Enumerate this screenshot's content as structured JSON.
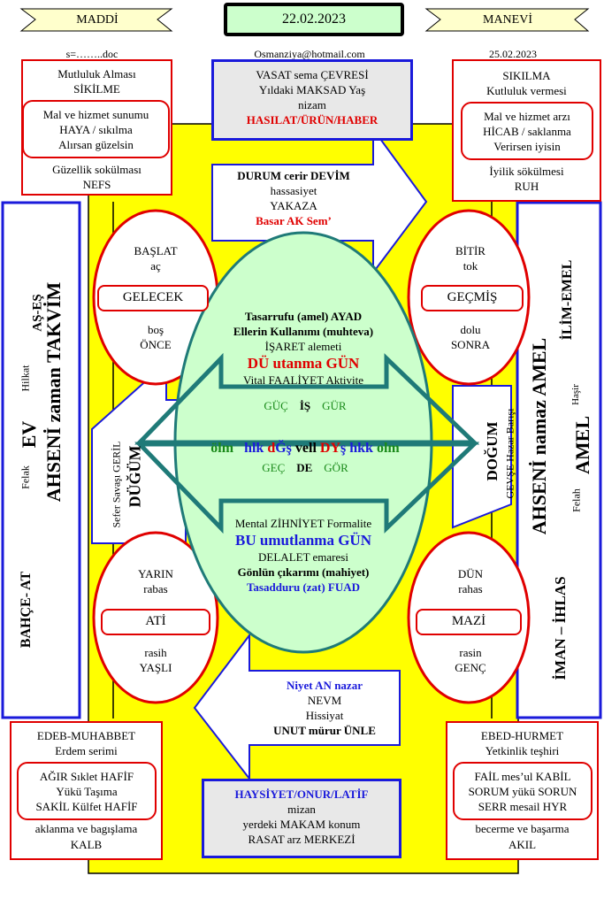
{
  "header": {
    "maddi": "MADDİ",
    "date": "22.02.2023",
    "manevi": "MANEVİ",
    "left_sub": "s=……..doc",
    "email": "Osmanziya@hotmail.com",
    "right_sub": "25.02.2023"
  },
  "tl": {
    "l1": "Mutluluk Alması",
    "l2": "SİKİLME",
    "i1": "Mal ve hizmet sunumu",
    "i2": "HAYA / sıkılma",
    "i3": "Alırsan  güzelsin",
    "l3": "Güzellik sokülması",
    "l4": "NEFS"
  },
  "tr": {
    "l1": "SIKILMA",
    "l2": "Kutluluk vermesi",
    "i1": "Mal ve hizmet arzı",
    "i2": "HİCAB / saklanma",
    "i3": "Verirsen iyisin",
    "l3": "İyilik sökülmesi",
    "l4": "RUH"
  },
  "topc": {
    "l1": "VASAT sema ÇEVRESİ",
    "l2": "Yıldaki MAKSAD Yaş",
    "l3": "nizam",
    "l4": "HASILAT/ÜRÜN/HABER"
  },
  "arrow_top": {
    "l1": "DURUM  cerir  DEVİM",
    "l2": "hassasiyet",
    "l3": "YAKAZA",
    "l4": "Basar AK Sem’"
  },
  "ovl_tl": {
    "l1": "BAŞLAT",
    "l2": "aç",
    "box": "GELECEK",
    "l3": "boş",
    "l4": "ÖNCE"
  },
  "ovl_tr": {
    "l1": "BİTİR",
    "l2": "tok",
    "box": "GEÇMİŞ",
    "l3": "dolu",
    "l4": "SONRA"
  },
  "ovl_bl": {
    "l1": "YARIN",
    "l2": "rabas",
    "box": "ATİ",
    "l3": "rasih",
    "l4": "YAŞLI"
  },
  "ovl_br": {
    "l1": "DÜN",
    "l2": "rahas",
    "box": "MAZİ",
    "l3": "rasin",
    "l4": "GENÇ"
  },
  "center_top": {
    "l1": "Tasarrufu (amel) AYAD",
    "l2": "Ellerin Kullanımı (muhteva)",
    "l3": "İŞARET alemeti",
    "l4": "DÜ utanma GÜN",
    "l5": "Vital FAALİYET Aktivite"
  },
  "center_mid": {
    "r1a": "GÜÇ",
    "r1b": "İŞ",
    "r1c": "GÜR",
    "r2a": "ölm",
    "r2b": "hlk",
    "r2c": "d",
    "r2d": "Ğş",
    "r2e": "vell",
    "r2f": "DY",
    "r2g": "ş",
    "r2h": "hkk",
    "r2i": "olm",
    "r3a": "GEÇ",
    "r3b": "DE",
    "r3c": "GÖR"
  },
  "center_bot": {
    "l1": "Mental ZİHNİYET Formalite",
    "l2": "BU umutlanma GÜN",
    "l3": "DELALET emaresi",
    "l4": "Gönlün çıkarımı (mahiyet)",
    "l5": "Tasadduru (zat)  FUAD"
  },
  "left_col": {
    "a": "AŞ-EŞ",
    "b": "Hilkat",
    "c": "EV",
    "d": "Felak",
    "e": "AHSENİ zaman TAKVİM",
    "f": "BAHÇE- AT"
  },
  "right_col": {
    "a": "İLİM-EMEL",
    "b": "Haşir",
    "c": "AMEL",
    "d": "Felah",
    "e": "AHSENİ namaz AMEL",
    "f": "İMAN – İHLAS"
  },
  "arrow_left": {
    "l1": "Sefer Savaşı GERİL",
    "l2": "DÜĞÜM"
  },
  "arrow_right": {
    "l1": "DOĞUM",
    "l2": "GEVŞE Hazar Barışı"
  },
  "arrow_bot": {
    "l1": "Niyet AN nazar",
    "l2": "NEVM",
    "l3": "Hissiyat",
    "l4": "UNUT mürur  ÜNLE"
  },
  "botc": {
    "l1": "HAYSİYET/ONUR/LATİF",
    "l2": "mizan",
    "l3": "yerdeki MAKAM  konum",
    "l4": "RASAT arz MERKEZİ"
  },
  "bl": {
    "l1": "EDEB-MUHABBET",
    "l2": "Erdem serimi",
    "i1": "AĞIR Sıklet  HAFİF",
    "i2": "Yükü  Taşıma",
    "i3": "SAKİL Külfet HAFİF",
    "l3": "aklanma ve bagışlama",
    "l4": "KALB"
  },
  "br": {
    "l1": "EBED-HURMET",
    "l2": "Yetkinlik teşhiri",
    "i1": "FAİL mes’ul KABİL",
    "i2": "SORUM yükü SORUN",
    "i3": "SERR mesail HYR",
    "l3": "becerme ve başarma",
    "l4": "AKIL"
  },
  "colors": {
    "red": "#e00000",
    "blue": "#1a1adb",
    "green": "#1a8a1a",
    "teal": "#1f7a78",
    "yellow": "#ffff00",
    "oval_fill": "#ccffcc"
  }
}
